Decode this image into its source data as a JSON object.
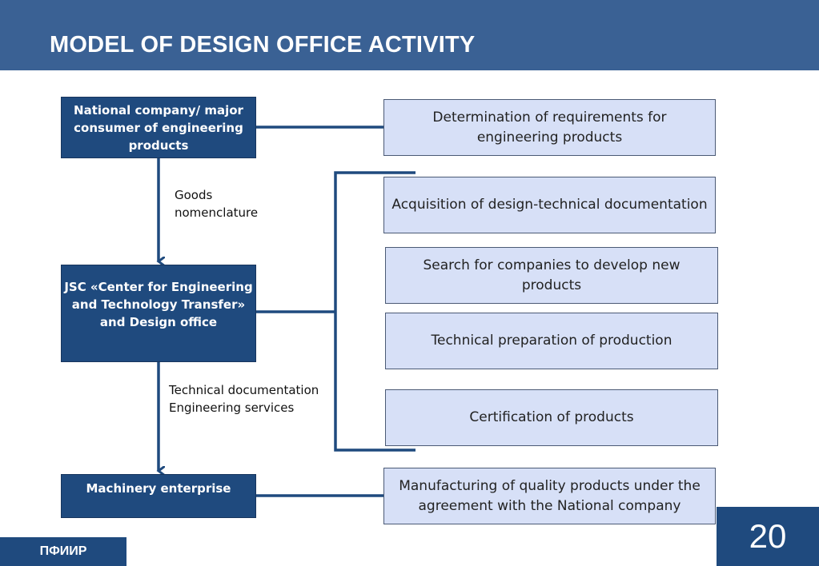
{
  "title": "MODEL OF DESIGN OFFICE ACTIVITY",
  "left_boxes": {
    "national": "National company/ major consumer of engineering products",
    "jsc": "JSC «Center for Engineering and Technology Transfer» and Design office",
    "machinery": "Machinery enterprise"
  },
  "notes": {
    "goods": [
      "Goods",
      "nomenclature"
    ],
    "tech": [
      "Technical documentation",
      "Engineering services"
    ]
  },
  "right_boxes": {
    "requirements": "Determination of requirements for engineering products",
    "acquisition": "Acquisition of design-technical documentation",
    "search": "Search for companies to develop new products",
    "preparation": "Technical preparation of production",
    "certification": "Certification of products",
    "manufacturing": "Manufacturing of quality products under the agreement with the National company"
  },
  "footer": {
    "org": "ПФИИР",
    "page": "20"
  },
  "colors": {
    "header": "#3a6194",
    "dark_box": "#1f4a7e",
    "light_box": "#d7e0f7",
    "connector": "#1f4a7e"
  }
}
